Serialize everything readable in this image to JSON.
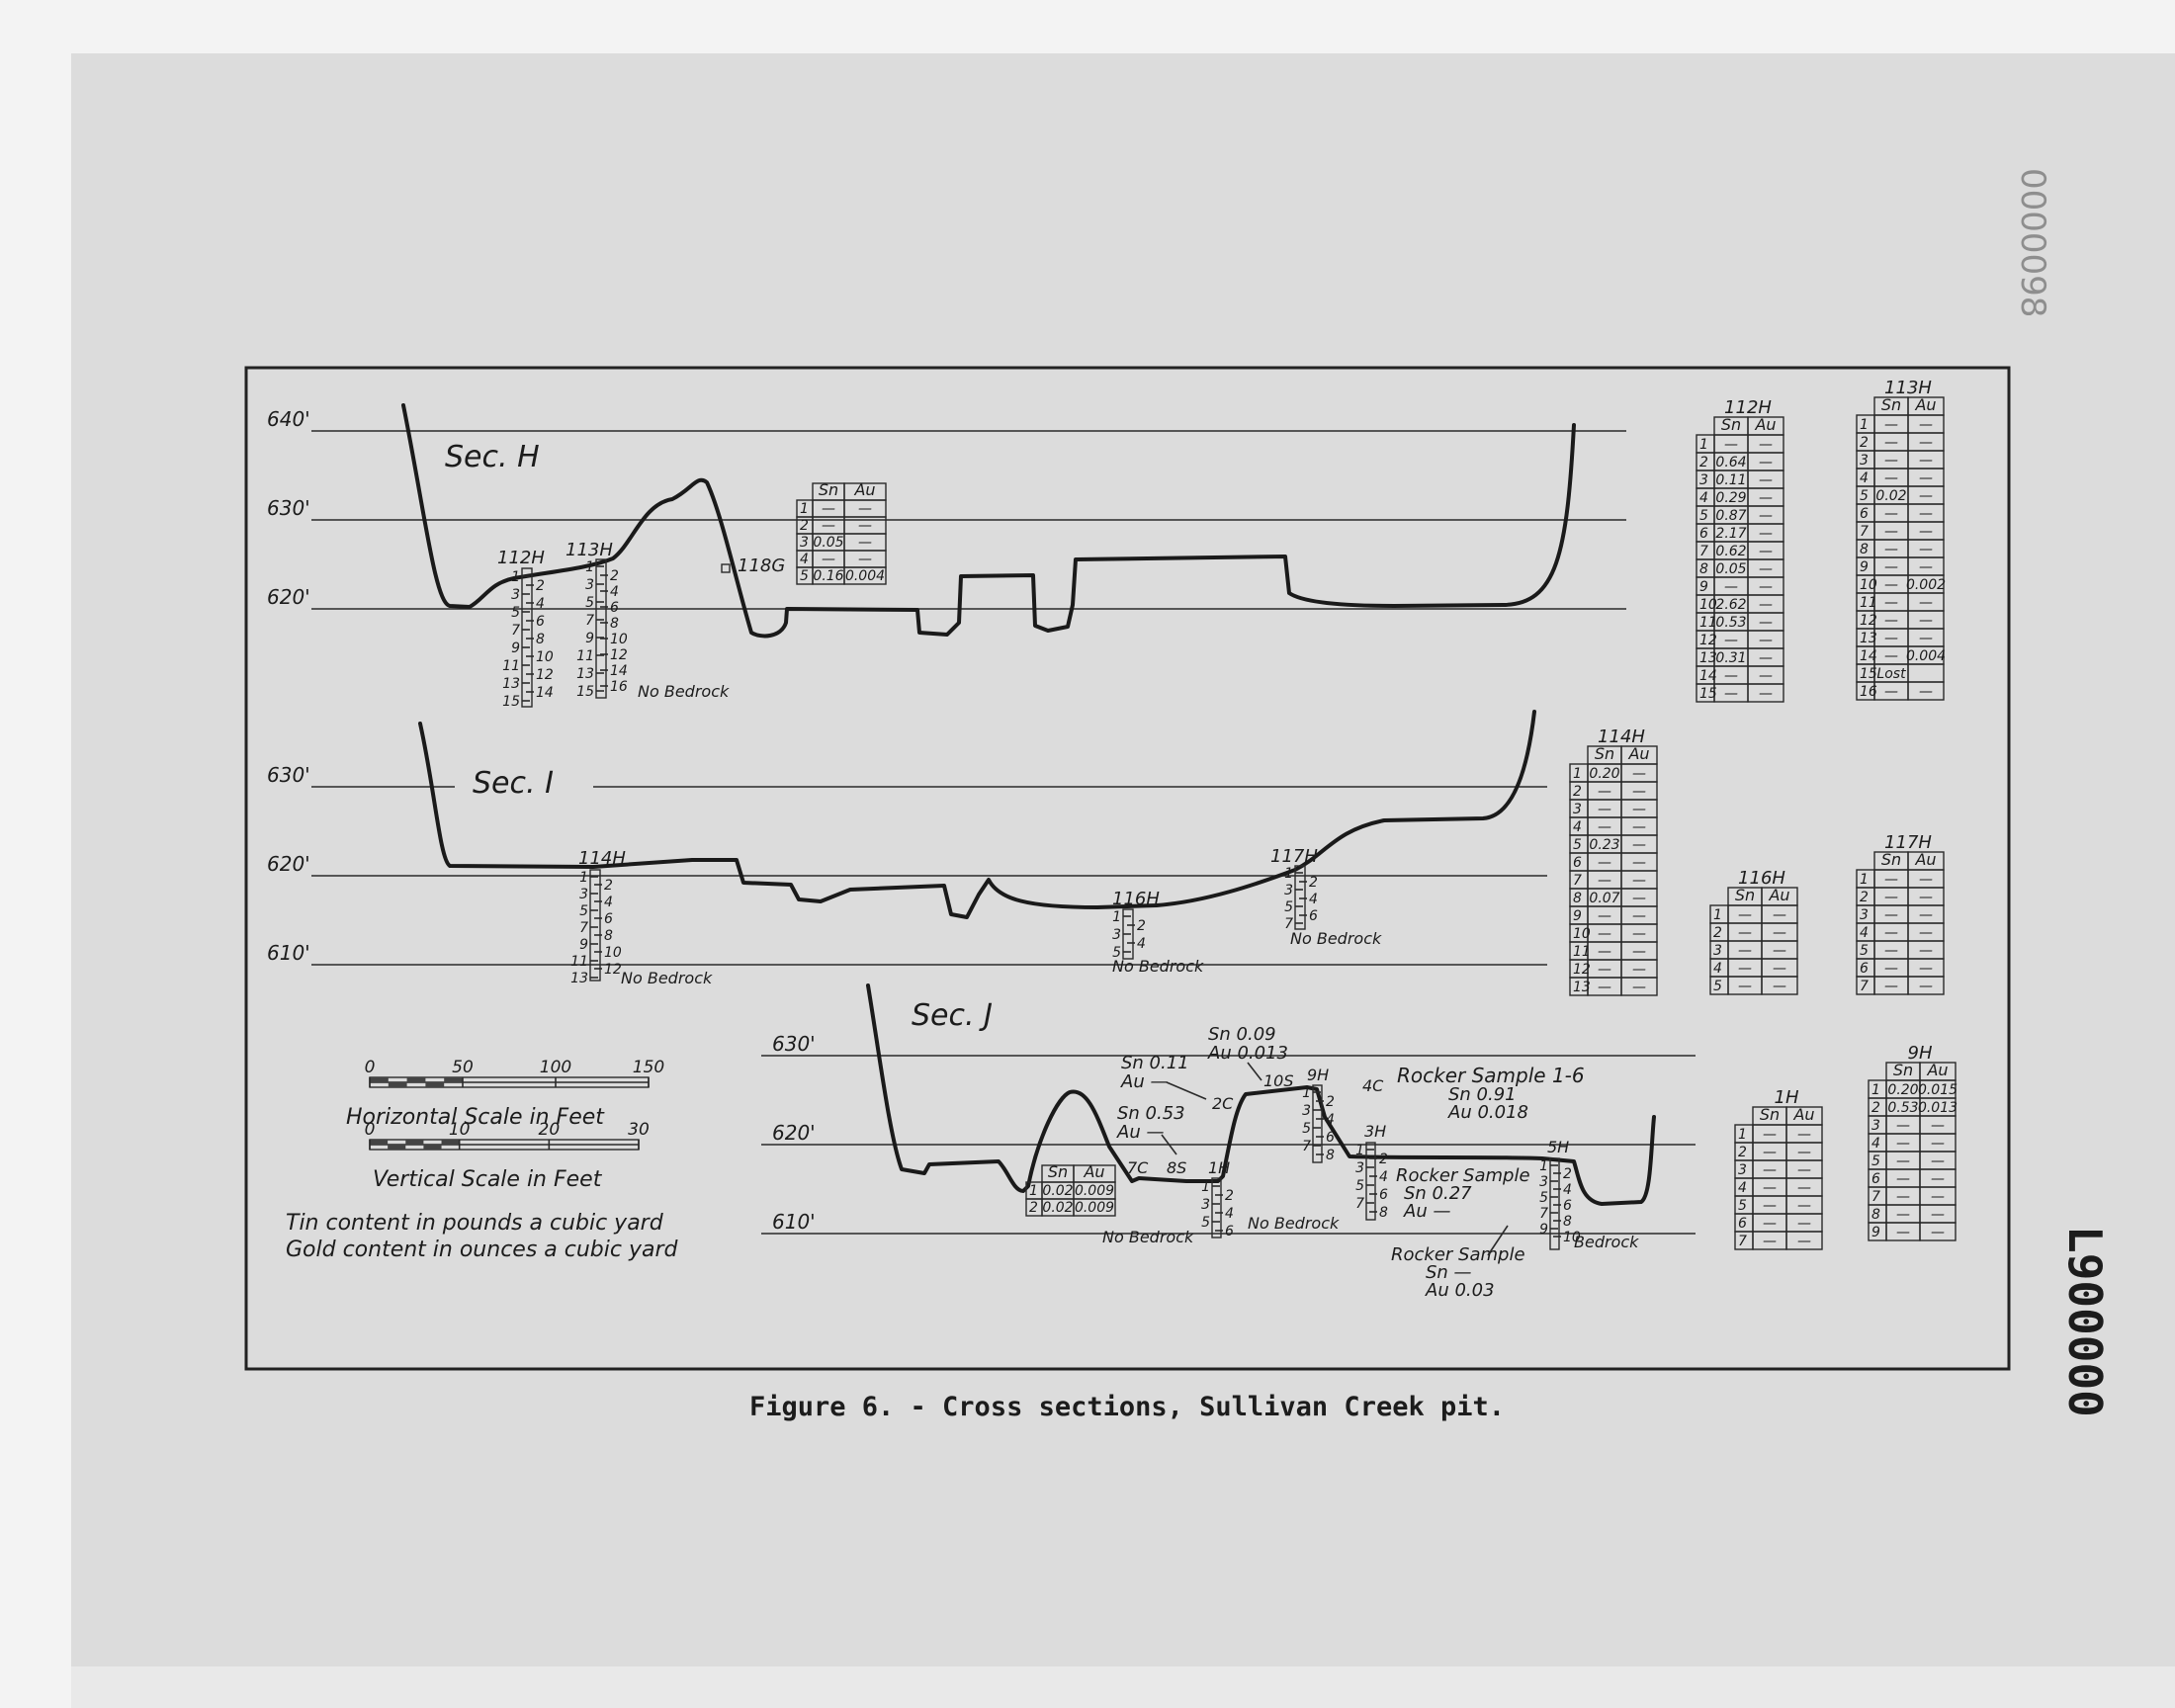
{
  "stamp_top": "0000098",
  "stamp_side": "L900000",
  "caption": "Figure 6. - Cross sections, Sullivan Creek pit.",
  "sections": {
    "H": {
      "title": "Sec. H",
      "elev": [
        "640'",
        "630'",
        "620'"
      ],
      "holes": [
        {
          "label": "112H",
          "left": [
            "1",
            "3",
            "5",
            "7",
            "9",
            "11",
            "13",
            "15"
          ],
          "right": [
            "2",
            "4",
            "6",
            "8",
            "10",
            "12",
            "14"
          ],
          "note": ""
        },
        {
          "label": "113H",
          "left": [
            "1",
            "3",
            "5",
            "7",
            "9",
            "11",
            "13",
            "15"
          ],
          "right": [
            "2",
            "4",
            "6",
            "8",
            "10",
            "12",
            "14",
            "16"
          ],
          "note": "No Bedrock"
        }
      ],
      "sample_118g": "118G",
      "table": {
        "headers": [
          "Sn",
          "Au"
        ],
        "rows": [
          [
            "1",
            "—",
            "—"
          ],
          [
            "2",
            "—",
            "—"
          ],
          [
            "3",
            "0.05",
            "—"
          ],
          [
            "4",
            "—",
            "—"
          ],
          [
            "5",
            "0.16",
            "0.004"
          ]
        ]
      }
    },
    "I": {
      "title": "Sec. I",
      "elev": [
        "630'",
        "620'",
        "610'"
      ],
      "holes": [
        {
          "label": "114H",
          "left": [
            "1",
            "3",
            "5",
            "7",
            "9",
            "11",
            "13"
          ],
          "right": [
            "2",
            "4",
            "6",
            "8",
            "10",
            "12"
          ],
          "note": "No Bedrock"
        },
        {
          "label": "116H",
          "left": [
            "1",
            "3",
            "5"
          ],
          "right": [
            "2",
            "4"
          ],
          "note": "No Bedrock"
        },
        {
          "label": "117H",
          "left": [
            "1",
            "3",
            "5",
            "7"
          ],
          "right": [
            "2",
            "4",
            "6"
          ],
          "note": "No Bedrock"
        }
      ]
    },
    "J": {
      "title": "Sec. J",
      "elev": [
        "630'",
        "620'",
        "610'"
      ],
      "labels": {
        "sn011": "Sn 0.11",
        "au_a": "Au —",
        "sn009": "Sn 0.09",
        "au0013": "Au 0.013",
        "sn053": "Sn 0.53",
        "au_b": "Au —",
        "p2c": "2C",
        "p10s": "10S",
        "p9h": "9H",
        "p4c": "4C",
        "p3h": "3H",
        "p5h": "5H",
        "p7c": "7C",
        "p8s": "8S",
        "p1h": "1H",
        "rocker1": "Rocker Sample 1-6",
        "rocker1_sn": "Sn 0.91",
        "rocker1_au": "Au 0.018",
        "rocker2": "Rocker Sample",
        "rocker2_sn": "Sn 0.27",
        "rocker2_au": "Au —",
        "rocker3": "Rocker Sample",
        "rocker3_sn": "Sn —",
        "rocker3_au": "Au 0.03",
        "nb1": "No Bedrock",
        "nb2": "No Bedrock",
        "bedrock": "Bedrock"
      },
      "holes": [
        {
          "label": "1H",
          "left": [
            "1",
            "3",
            "5"
          ],
          "right": [
            "2",
            "4",
            "6"
          ]
        },
        {
          "label": "9H",
          "left": [
            "1",
            "3",
            "5",
            "7"
          ],
          "right": [
            "2",
            "4",
            "6",
            "8"
          ]
        },
        {
          "label": "3H",
          "left": [
            "1",
            "3",
            "5",
            "7"
          ],
          "right": [
            "2",
            "4",
            "6",
            "8"
          ]
        },
        {
          "label": "5H",
          "left": [
            "1",
            "3",
            "5",
            "7",
            "9"
          ],
          "right": [
            "2",
            "4",
            "6",
            "8",
            "10"
          ]
        }
      ],
      "table": {
        "headers": [
          "Sn",
          "Au"
        ],
        "rows": [
          [
            "1",
            "0.02",
            "0.009"
          ],
          [
            "2",
            "0.02",
            "0.009"
          ]
        ]
      }
    }
  },
  "scales": {
    "horizontal": {
      "ticks": [
        "0",
        "50",
        "100",
        "150"
      ],
      "label": "Horizontal Scale in Feet"
    },
    "vertical": {
      "ticks": [
        "0",
        "10",
        "20",
        "30"
      ],
      "label": "Vertical Scale in Feet"
    }
  },
  "legend": {
    "tin": "Tin content in pounds  a  cubic yard",
    "gold": "Gold content in ounces  a  cubic yard"
  },
  "tables": [
    {
      "id": "112H",
      "rows": [
        [
          "1",
          "—",
          "—"
        ],
        [
          "2",
          "0.64",
          "—"
        ],
        [
          "3",
          "0.11",
          "—"
        ],
        [
          "4",
          "0.29",
          "—"
        ],
        [
          "5",
          "0.87",
          "—"
        ],
        [
          "6",
          "2.17",
          "—"
        ],
        [
          "7",
          "0.62",
          "—"
        ],
        [
          "8",
          "0.05",
          "—"
        ],
        [
          "9",
          "—",
          "—"
        ],
        [
          "10",
          "2.62",
          "—"
        ],
        [
          "11",
          "0.53",
          "—"
        ],
        [
          "12",
          "—",
          "—"
        ],
        [
          "13",
          "0.31",
          "—"
        ],
        [
          "14",
          "—",
          "—"
        ],
        [
          "15",
          "—",
          "—"
        ]
      ]
    },
    {
      "id": "113H",
      "rows": [
        [
          "1",
          "—",
          "—"
        ],
        [
          "2",
          "—",
          "—"
        ],
        [
          "3",
          "—",
          "—"
        ],
        [
          "4",
          "—",
          "—"
        ],
        [
          "5",
          "0.02",
          "—"
        ],
        [
          "6",
          "—",
          "—"
        ],
        [
          "7",
          "—",
          "—"
        ],
        [
          "8",
          "—",
          "—"
        ],
        [
          "9",
          "—",
          "—"
        ],
        [
          "10",
          "—",
          "0.002"
        ],
        [
          "11",
          "—",
          "—"
        ],
        [
          "12",
          "—",
          "—"
        ],
        [
          "13",
          "—",
          "—"
        ],
        [
          "14",
          "—",
          "0.004"
        ],
        [
          "15",
          "Lost",
          ""
        ],
        [
          "16",
          "—",
          "—"
        ]
      ]
    },
    {
      "id": "114H",
      "rows": [
        [
          "1",
          "0.20",
          "—"
        ],
        [
          "2",
          "—",
          "—"
        ],
        [
          "3",
          "—",
          "—"
        ],
        [
          "4",
          "—",
          "—"
        ],
        [
          "5",
          "0.23",
          "—"
        ],
        [
          "6",
          "—",
          "—"
        ],
        [
          "7",
          "—",
          "—"
        ],
        [
          "8",
          "0.07",
          "—"
        ],
        [
          "9",
          "—",
          "—"
        ],
        [
          "10",
          "—",
          "—"
        ],
        [
          "11",
          "—",
          "—"
        ],
        [
          "12",
          "—",
          "—"
        ],
        [
          "13",
          "—",
          "—"
        ]
      ]
    },
    {
      "id": "116H",
      "rows": [
        [
          "1",
          "—",
          "—"
        ],
        [
          "2",
          "—",
          "—"
        ],
        [
          "3",
          "—",
          "—"
        ],
        [
          "4",
          "—",
          "—"
        ],
        [
          "5",
          "—",
          "—"
        ]
      ]
    },
    {
      "id": "117H",
      "rows": [
        [
          "1",
          "—",
          "—"
        ],
        [
          "2",
          "—",
          "—"
        ],
        [
          "3",
          "—",
          "—"
        ],
        [
          "4",
          "—",
          "—"
        ],
        [
          "5",
          "—",
          "—"
        ],
        [
          "6",
          "—",
          "—"
        ],
        [
          "7",
          "—",
          "—"
        ]
      ]
    },
    {
      "id": "1H",
      "rows": [
        [
          "1",
          "—",
          "—"
        ],
        [
          "2",
          "—",
          "—"
        ],
        [
          "3",
          "—",
          "—"
        ],
        [
          "4",
          "—",
          "—"
        ],
        [
          "5",
          "—",
          "—"
        ],
        [
          "6",
          "—",
          "—"
        ],
        [
          "7",
          "—",
          "—"
        ]
      ]
    },
    {
      "id": "9H",
      "rows": [
        [
          "1",
          "0.20",
          "0.015"
        ],
        [
          "2",
          "0.53",
          "0.013"
        ],
        [
          "3",
          "—",
          "—"
        ],
        [
          "4",
          "—",
          "—"
        ],
        [
          "5",
          "—",
          "—"
        ],
        [
          "6",
          "—",
          "—"
        ],
        [
          "7",
          "—",
          "—"
        ],
        [
          "8",
          "—",
          "—"
        ],
        [
          "9",
          "—",
          "—"
        ]
      ]
    }
  ],
  "table_headers": [
    "Sn",
    "Au"
  ]
}
